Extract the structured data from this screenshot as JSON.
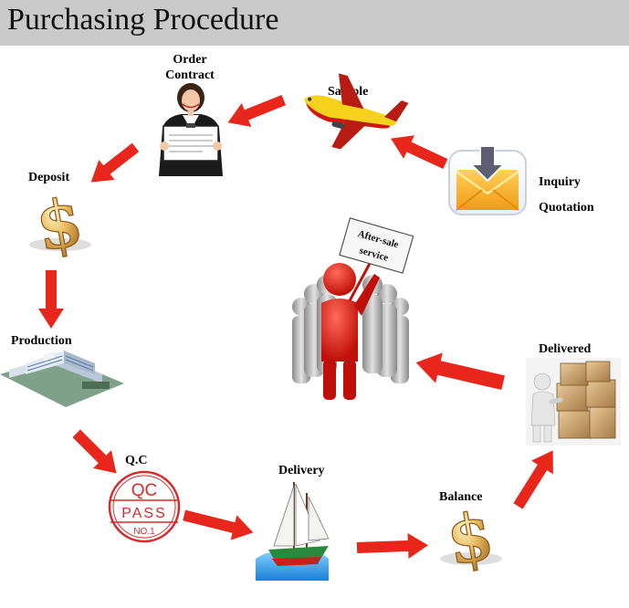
{
  "header": {
    "title": "Purchasing Procedure"
  },
  "steps": {
    "order_contract": [
      "Order",
      "Contract"
    ],
    "sample": "Sample",
    "inquiry_quotation": [
      "Inquiry",
      "Quotation"
    ],
    "deposit": "Deposit",
    "production": "Production",
    "qc": "Q.C",
    "delivery": "Delivery",
    "balance": "Balance",
    "delivered": "Delivered"
  },
  "signs": {
    "after_sale": [
      "After-sale",
      "service"
    ],
    "qc_stamp": {
      "top": "QC",
      "middle": "PASS",
      "bottom": "NO.1"
    }
  },
  "colors": {
    "arrow": "#e8261c",
    "stamp": "#d62b2b",
    "header_bg": "#c9c9c9"
  }
}
